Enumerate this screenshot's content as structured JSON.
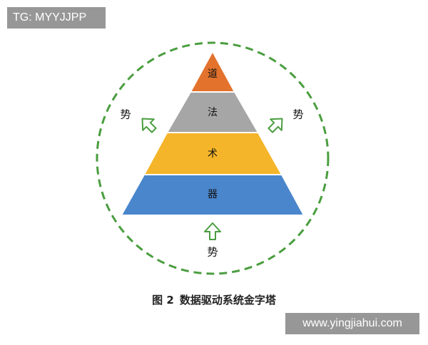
{
  "watermarks": {
    "top_left": "TG: MYYJJPP",
    "bottom_right": "www.yingjiahui.com"
  },
  "pyramid": {
    "levels": [
      {
        "label": "道",
        "color": "#E3722C"
      },
      {
        "label": "法",
        "color": "#A6A6A6"
      },
      {
        "label": "术",
        "color": "#F5B52A"
      },
      {
        "label": "器",
        "color": "#4A86CC"
      }
    ]
  },
  "force": {
    "label_left": "势",
    "label_right": "势",
    "label_bottom": "势",
    "circle_color": "#4A9D3F",
    "arrow_color": "#4A9D3F"
  },
  "caption": {
    "figure_number": "图 2",
    "title": "数据驱动系统金字塔"
  }
}
